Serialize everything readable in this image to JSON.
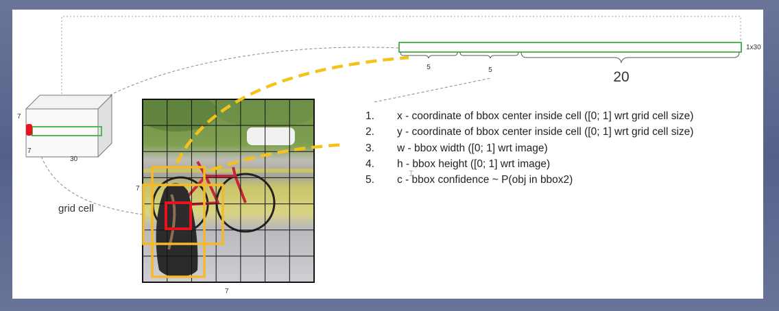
{
  "cube": {
    "height_label": "7",
    "depth_label": "7",
    "width_label": "30"
  },
  "vector": {
    "size_label": "1x30",
    "segments": [
      {
        "label": "5"
      },
      {
        "label": "5"
      },
      {
        "label": "20"
      }
    ]
  },
  "grid": {
    "rows": 7,
    "cols": 7,
    "side_label": "7",
    "bottom_label": "7"
  },
  "grid_cell_label": "grid cell",
  "legend": [
    {
      "num": "1.",
      "text": "x - coordinate of bbox center inside cell ([0; 1] wrt grid cell size)"
    },
    {
      "num": "2.",
      "text": "y - coordinate of bbox center inside cell ([0; 1] wrt grid cell size)"
    },
    {
      "num": "3.",
      "text": "w - bbox width ([0; 1] wrt image)"
    },
    {
      "num": "4.",
      "text": "h - bbox height ([0; 1] wrt image)"
    },
    {
      "num": "5.",
      "text": "c - bbox confidence ~ P(obj in bbox2)"
    }
  ],
  "colors": {
    "vector_outline": "#4fb852",
    "bbox": "#f4b92a",
    "dashed_arrow": "#f5c21b",
    "cell_highlight": "#e8141d"
  }
}
